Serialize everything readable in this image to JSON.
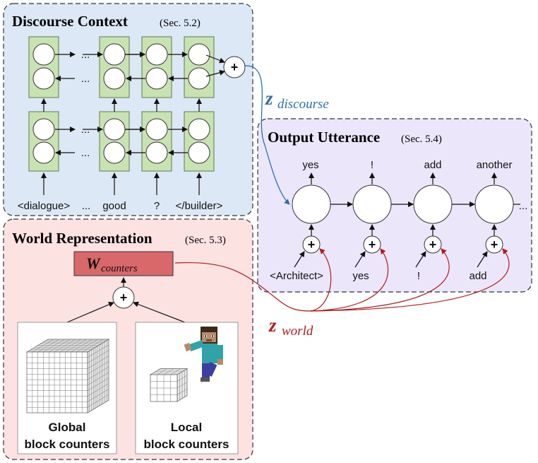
{
  "discourse": {
    "title": "Discourse Context",
    "sec": "(Sec. 5.2)",
    "tokens": [
      "<dialogue>",
      "...",
      "good",
      "?",
      "</builder>"
    ],
    "bg": "#dce8f5"
  },
  "world": {
    "title": "World Representation",
    "sec": "(Sec. 5.3)",
    "w_main": "W",
    "w_sub": "counters",
    "global_line1": "Global",
    "global_line2": "block counters",
    "local_line1": "Local",
    "local_line2": "block counters",
    "bg": "#fde2e2",
    "w_box_color": "#d9686b"
  },
  "output": {
    "title": "Output Utterance",
    "sec": "(Sec. 5.4)",
    "outputs": [
      "yes",
      "!",
      "add",
      "another"
    ],
    "inputs": [
      "<Architect>",
      "yes",
      "!",
      "add"
    ],
    "bg": "#ece6fa"
  },
  "z_discourse": {
    "main": "z",
    "sub": "discourse",
    "color": "#2e6fad"
  },
  "z_world": {
    "main": "z",
    "sub": "world",
    "color": "#b01c1c"
  },
  "symbols": {
    "plus": "+",
    "dots": "..."
  }
}
